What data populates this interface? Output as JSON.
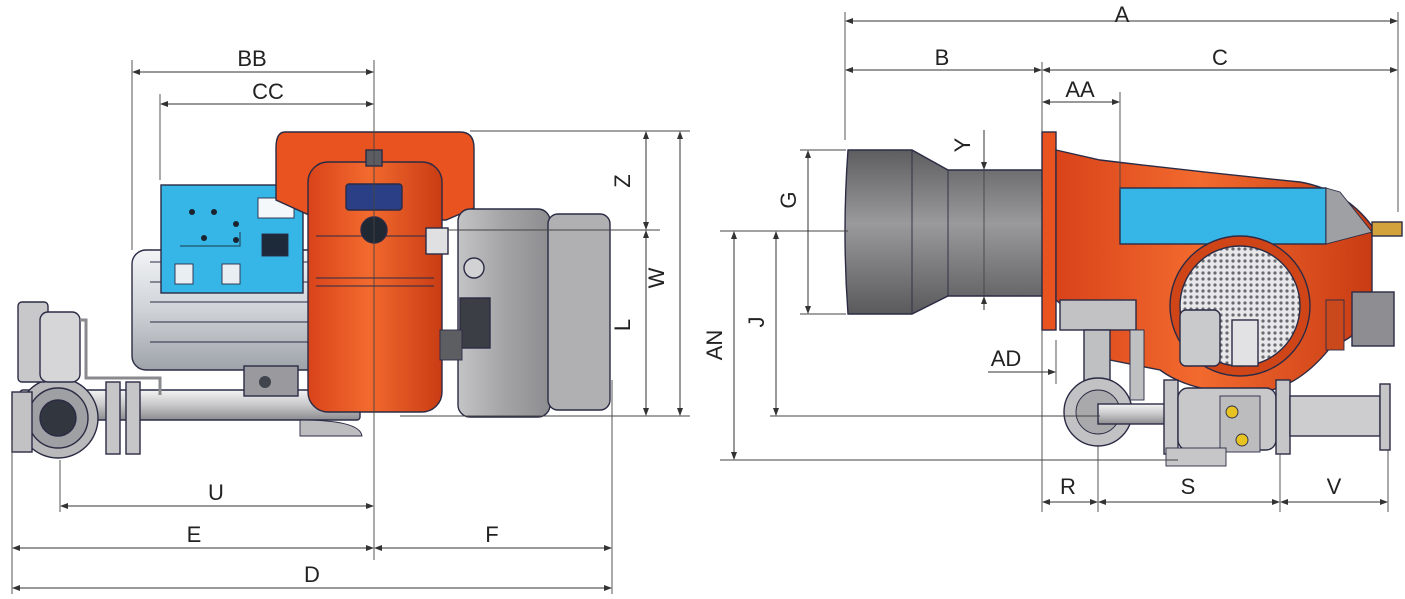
{
  "side_view": {
    "labels": {
      "A": "A",
      "B": "B",
      "C": "C",
      "AA": "AA",
      "Y": "Y",
      "G": "G",
      "J": "J",
      "AN": "AN",
      "AD": "AD",
      "R": "R",
      "S": "S",
      "V": "V"
    }
  },
  "front_view": {
    "labels": {
      "BB": "BB",
      "CC": "CC",
      "Z": "Z",
      "W": "W",
      "L": "L",
      "U": "U",
      "E": "E",
      "F": "F",
      "D": "D"
    }
  },
  "colors": {
    "burner_body": "#e8531f",
    "control_panel": "#35b6e6",
    "blast_tube": "#7d7d7d",
    "motor": "#cfd3d8",
    "cover": "#a9a9ab",
    "outline": "#2b2b45"
  }
}
